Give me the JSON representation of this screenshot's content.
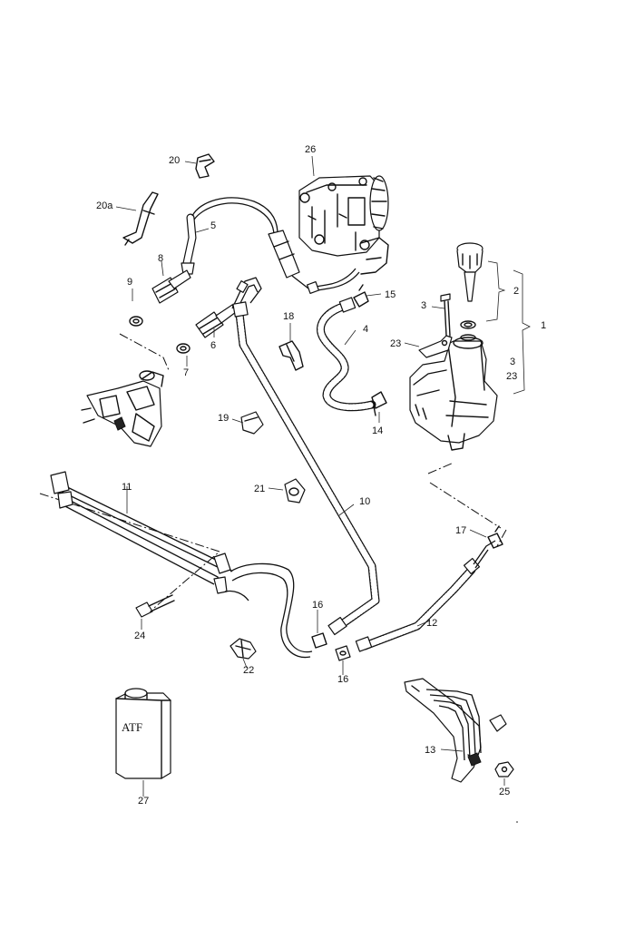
{
  "diagram": {
    "labels": [
      {
        "id": "l1",
        "text": "1"
      },
      {
        "id": "l2",
        "text": "2"
      },
      {
        "id": "l3a",
        "text": "3"
      },
      {
        "id": "l3b",
        "text": "3"
      },
      {
        "id": "l4",
        "text": "4"
      },
      {
        "id": "l5",
        "text": "5"
      },
      {
        "id": "l6",
        "text": "6"
      },
      {
        "id": "l7",
        "text": "7"
      },
      {
        "id": "l8",
        "text": "8"
      },
      {
        "id": "l9",
        "text": "9"
      },
      {
        "id": "l10",
        "text": "10"
      },
      {
        "id": "l11",
        "text": "11"
      },
      {
        "id": "l12",
        "text": "12"
      },
      {
        "id": "l13",
        "text": "13"
      },
      {
        "id": "l14",
        "text": "14"
      },
      {
        "id": "l15",
        "text": "15"
      },
      {
        "id": "l16a",
        "text": "16"
      },
      {
        "id": "l16b",
        "text": "16"
      },
      {
        "id": "l17",
        "text": "17"
      },
      {
        "id": "l18",
        "text": "18"
      },
      {
        "id": "l19",
        "text": "19"
      },
      {
        "id": "l20",
        "text": "20"
      },
      {
        "id": "l20a",
        "text": "20a"
      },
      {
        "id": "l21",
        "text": "21"
      },
      {
        "id": "l22",
        "text": "22"
      },
      {
        "id": "l23a",
        "text": "23"
      },
      {
        "id": "l23b",
        "text": "23"
      },
      {
        "id": "l24",
        "text": "24"
      },
      {
        "id": "l25",
        "text": "25"
      },
      {
        "id": "l26",
        "text": "26"
      },
      {
        "id": "l27",
        "text": "27"
      }
    ],
    "fluid_can_text": "ATF",
    "colors": {
      "ink": "#111111",
      "paper": "#ffffff"
    }
  }
}
